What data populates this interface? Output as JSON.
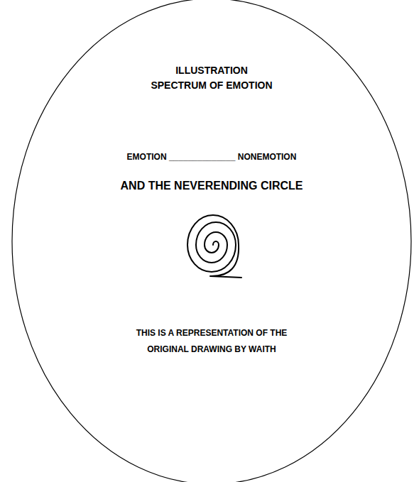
{
  "diagram": {
    "nodes": [
      {
        "text": [
          "ILLUSTRATION",
          "SPECTRUM OF EMOTION",
          "EMOTION ______________ NONEMOTION",
          "AND THE NEVERENDING CIRCLE",
          "THIS IS A REPRESENTATION OF THE ORIGINAL DRAWING BY WAITH"
        ]
      }
    ]
  }
}
